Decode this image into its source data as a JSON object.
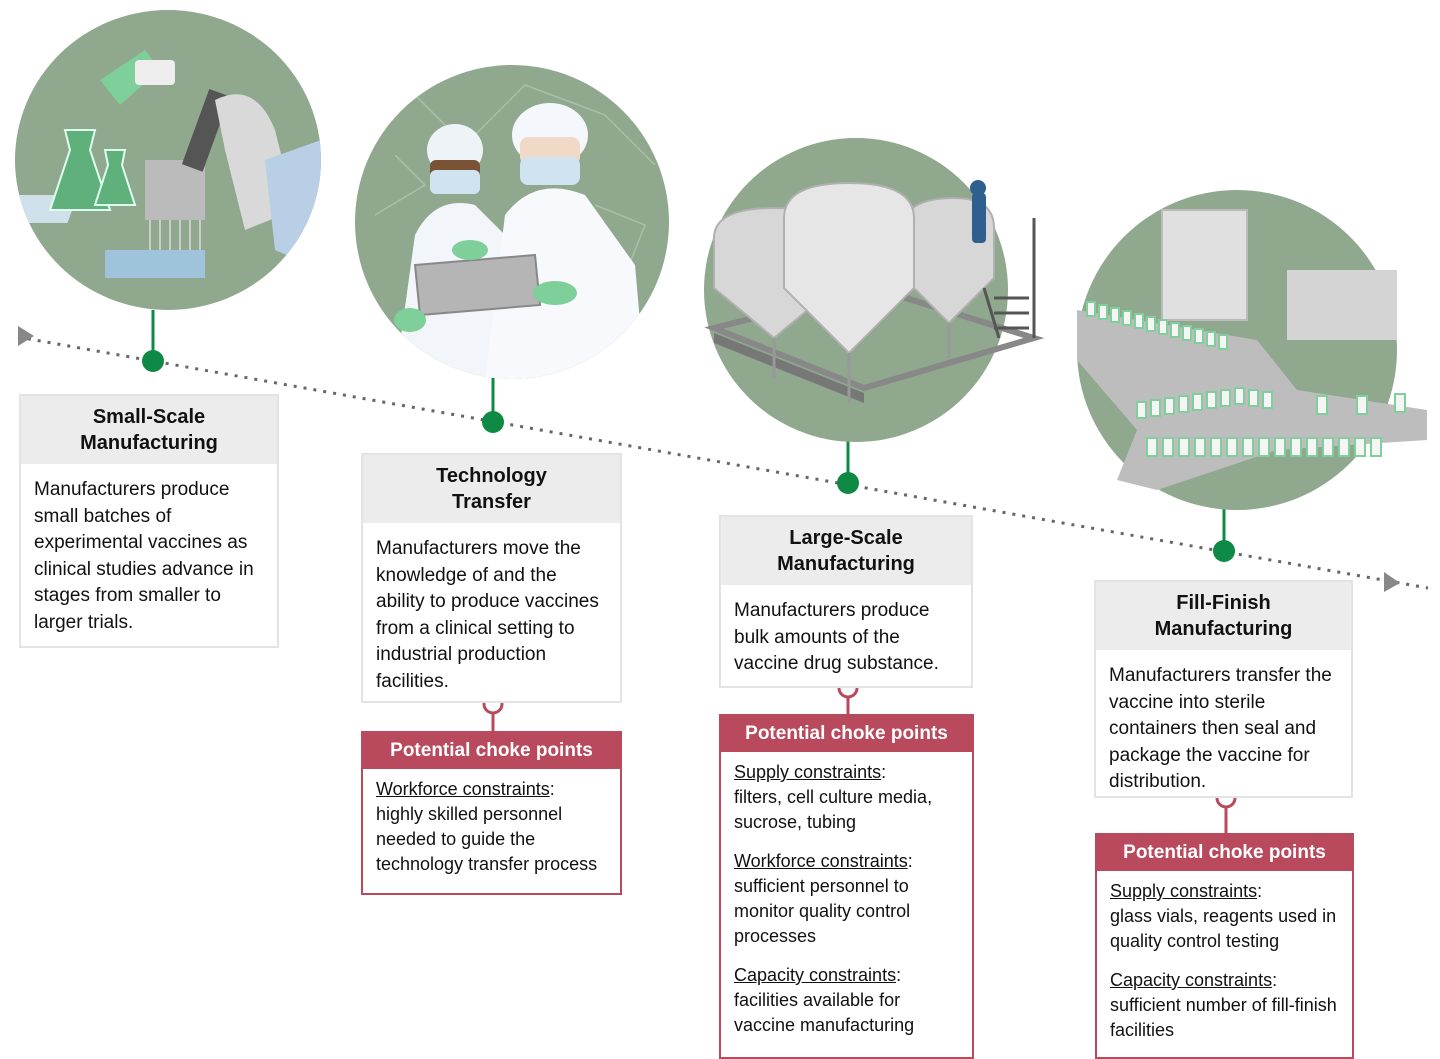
{
  "stages": [
    {
      "title": "Small-Scale\nManufacturing",
      "description": "Manufacturers produce small batches of experimental vaccines as clinical studies advance in stages from smaller to larger trials."
    },
    {
      "title": "Technology\nTransfer",
      "description": "Manufacturers move the knowledge of and the ability to produce vaccines from a clinical setting to industrial production facilities."
    },
    {
      "title": "Large-Scale\nManufacturing",
      "description": "Manufacturers produce bulk amounts of the vaccine drug substance."
    },
    {
      "title": "Fill-Finish\nManufacturing",
      "description": "Manufacturers transfer the vaccine into sterile containers then seal and package the vaccine for distribution."
    }
  ],
  "choke_points": [
    {
      "heading": "Potential choke points",
      "groups": [
        {
          "label": "Workforce constraints",
          "text": "highly skilled personnel needed to guide the technology transfer process"
        }
      ]
    },
    {
      "heading": "Potential choke points",
      "groups": [
        {
          "label": "Supply constraints",
          "text": "filters, cell culture media, sucrose, tubing"
        },
        {
          "label": "Workforce constraints",
          "text": "sufficient personnel to monitor quality control processes"
        },
        {
          "label": "Capacity constraints",
          "text": "facilities available for vaccine manufacturing"
        }
      ]
    },
    {
      "heading": "Potential choke points",
      "groups": [
        {
          "label": "Supply constraints",
          "text": "glass vials, reagents used in quality control testing"
        },
        {
          "label": "Capacity constraints",
          "text": "sufficient number of fill-finish facilities"
        }
      ]
    }
  ],
  "colors": {
    "timeline_green": "#0f8a45",
    "illustration_green": "#8fa88e",
    "choke_red": "#b94a5d",
    "dotted_line": "#666666",
    "header_gray": "#ececec"
  },
  "illustrations": [
    "lab-bench-illustration",
    "scientists-tablet-illustration",
    "bioreactor-tanks-illustration",
    "vial-conveyor-illustration"
  ]
}
